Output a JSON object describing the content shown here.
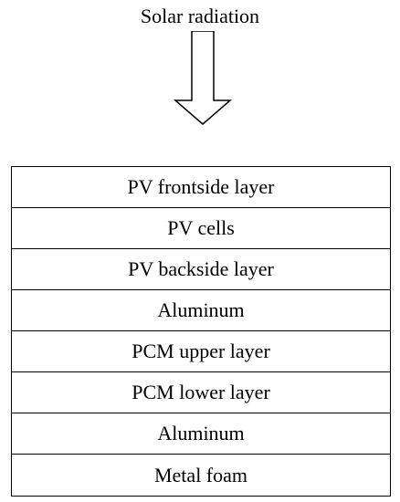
{
  "title": "Solar radiation",
  "layers": [
    "PV frontside layer",
    "PV cells",
    "PV backside layer",
    "Aluminum",
    "PCM upper layer",
    "PCM lower layer",
    "Aluminum",
    "Metal foam"
  ]
}
